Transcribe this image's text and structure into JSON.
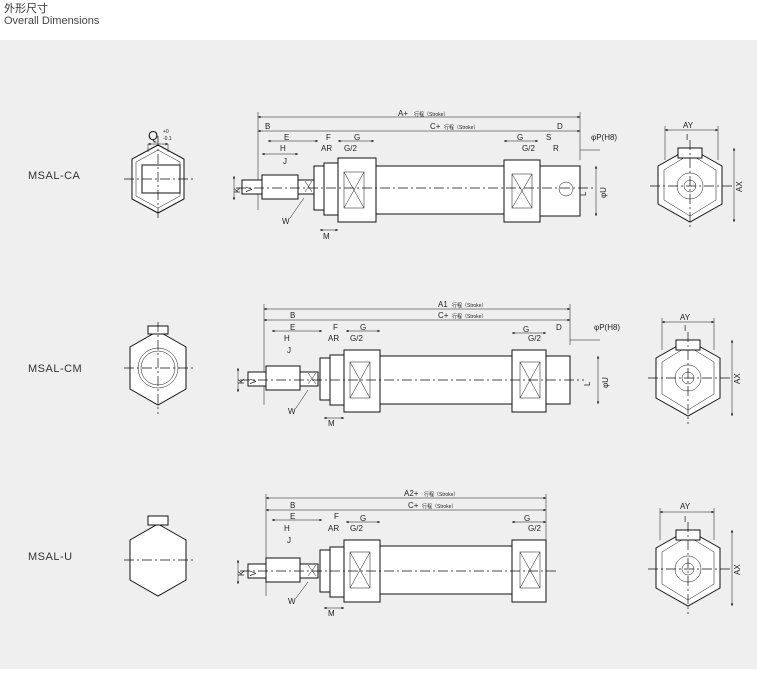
{
  "header": {
    "title_cn": "外形尺寸",
    "title_en": "Overall Dimensions"
  },
  "models": [
    {
      "name": "MSAL-CA",
      "front_labels": {
        "q": "Q",
        "q_tol_top": "+0",
        "q_tol_bottom": "-0.1"
      },
      "side_labels": {
        "a": "A+",
        "a_note": "行程（Stroke）",
        "c": "C+",
        "c_note": "行程（Stroke）",
        "b": "B",
        "e": "E",
        "f": "F",
        "g1": "G",
        "h": "H",
        "ar": "AR",
        "g2_1": "G/2",
        "g": "G",
        "g2": "G/2",
        "s": "S",
        "d": "D",
        "r": "R",
        "php": "φP(H8)",
        "phu": "φU",
        "l": "L",
        "k": "K",
        "j": "J",
        "w": "W",
        "m": "M",
        "v": "V"
      },
      "end_labels": {
        "ay": "AY",
        "ax": "AX",
        "i": "I"
      }
    },
    {
      "name": "MSAL-CM",
      "side_labels": {
        "a": "A1",
        "a_note": "行程（Stroke）",
        "c": "C+",
        "c_note": "行程（Stroke）",
        "b": "B",
        "e": "E",
        "f": "F",
        "g1": "G",
        "h": "H",
        "ar": "AR",
        "g2_1": "G/2",
        "g": "G",
        "g2": "G/2",
        "d": "D",
        "php": "φP(H8)",
        "phu": "φU",
        "l": "L",
        "k": "K",
        "j": "J",
        "w": "W",
        "m": "M",
        "v": "V"
      },
      "end_labels": {
        "ay": "AY",
        "ax": "AX",
        "i": "I"
      }
    },
    {
      "name": "MSAL-U",
      "side_labels": {
        "a": "A2+",
        "a_note": "行程（Stroke）",
        "c": "C+",
        "c_note": "行程（Stroke）",
        "b": "B",
        "e": "E",
        "f": "F",
        "g1": "G",
        "h": "H",
        "ar": "AR",
        "g2_1": "G/2",
        "g": "G",
        "g2": "G/2",
        "k": "K",
        "j": "J",
        "w": "W",
        "m": "M",
        "v": "V"
      },
      "end_labels": {
        "ay": "AY",
        "ax": "AX",
        "i": "I"
      }
    }
  ]
}
